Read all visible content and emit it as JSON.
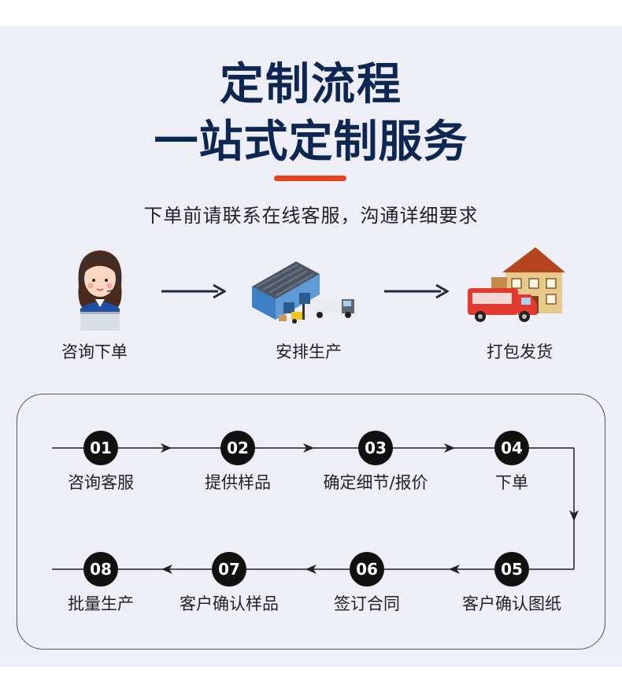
{
  "header": {
    "title_line1": "定制流程",
    "title_line2": "一站式定制服务",
    "subtitle": "下单前请联系在线客服，沟通详细要求"
  },
  "overview": {
    "stages": [
      {
        "label": "咨询下单",
        "icon": "customer-service-agent-icon"
      },
      {
        "label": "安排生产",
        "icon": "factory-warehouse-icon"
      },
      {
        "label": "打包发货",
        "icon": "delivery-truck-house-icon"
      }
    ]
  },
  "process": {
    "steps": [
      {
        "number": "01",
        "label": "咨询客服"
      },
      {
        "number": "02",
        "label": "提供样品"
      },
      {
        "number": "03",
        "label": "确定细节/报价"
      },
      {
        "number": "04",
        "label": "下单"
      },
      {
        "number": "05",
        "label": "客户确认图纸"
      },
      {
        "number": "06",
        "label": "签订合同"
      },
      {
        "number": "07",
        "label": "客户确认样品"
      },
      {
        "number": "08",
        "label": "批量生产"
      }
    ]
  },
  "colors": {
    "title": "#0d2752",
    "accent": "#e8421e",
    "background": "#eeeff6",
    "step_circle": "#111111"
  }
}
